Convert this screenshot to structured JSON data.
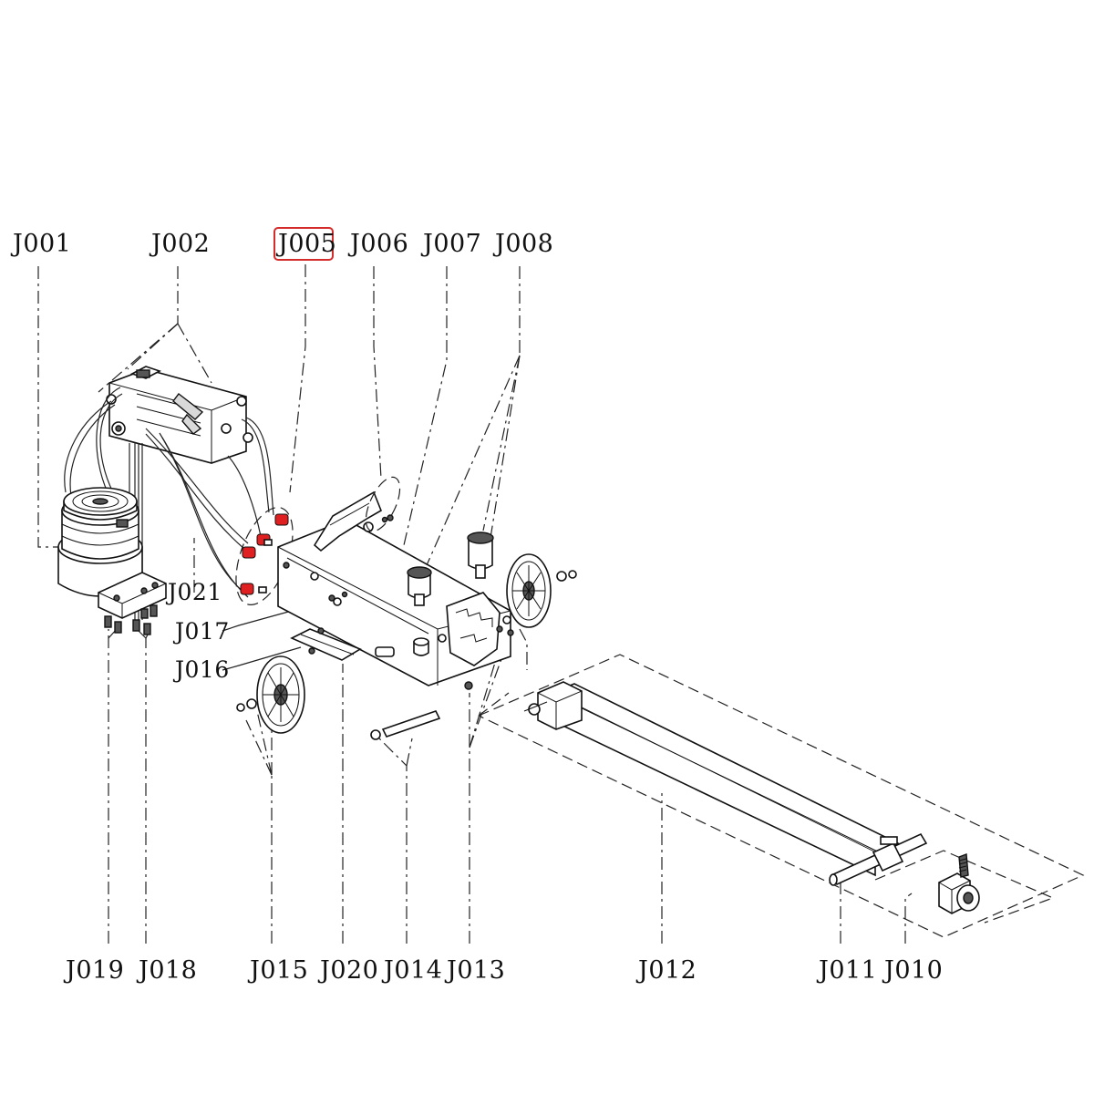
{
  "highlight": {
    "label": "J005",
    "color": "#d42b2b"
  },
  "fitting_color": "#e02020",
  "labels": {
    "J001": "J001",
    "J002": "J002",
    "J005": "J005",
    "J006": "J006",
    "J007": "J007",
    "J008": "J008",
    "J021": "J021",
    "J017": "J017",
    "J016": "J016",
    "J019": "J019",
    "J018": "J018",
    "J015": "J015",
    "J020": "J020",
    "J014": "J014",
    "J013": "J013",
    "J012": "J012",
    "J011": "J011",
    "J010": "J010"
  }
}
